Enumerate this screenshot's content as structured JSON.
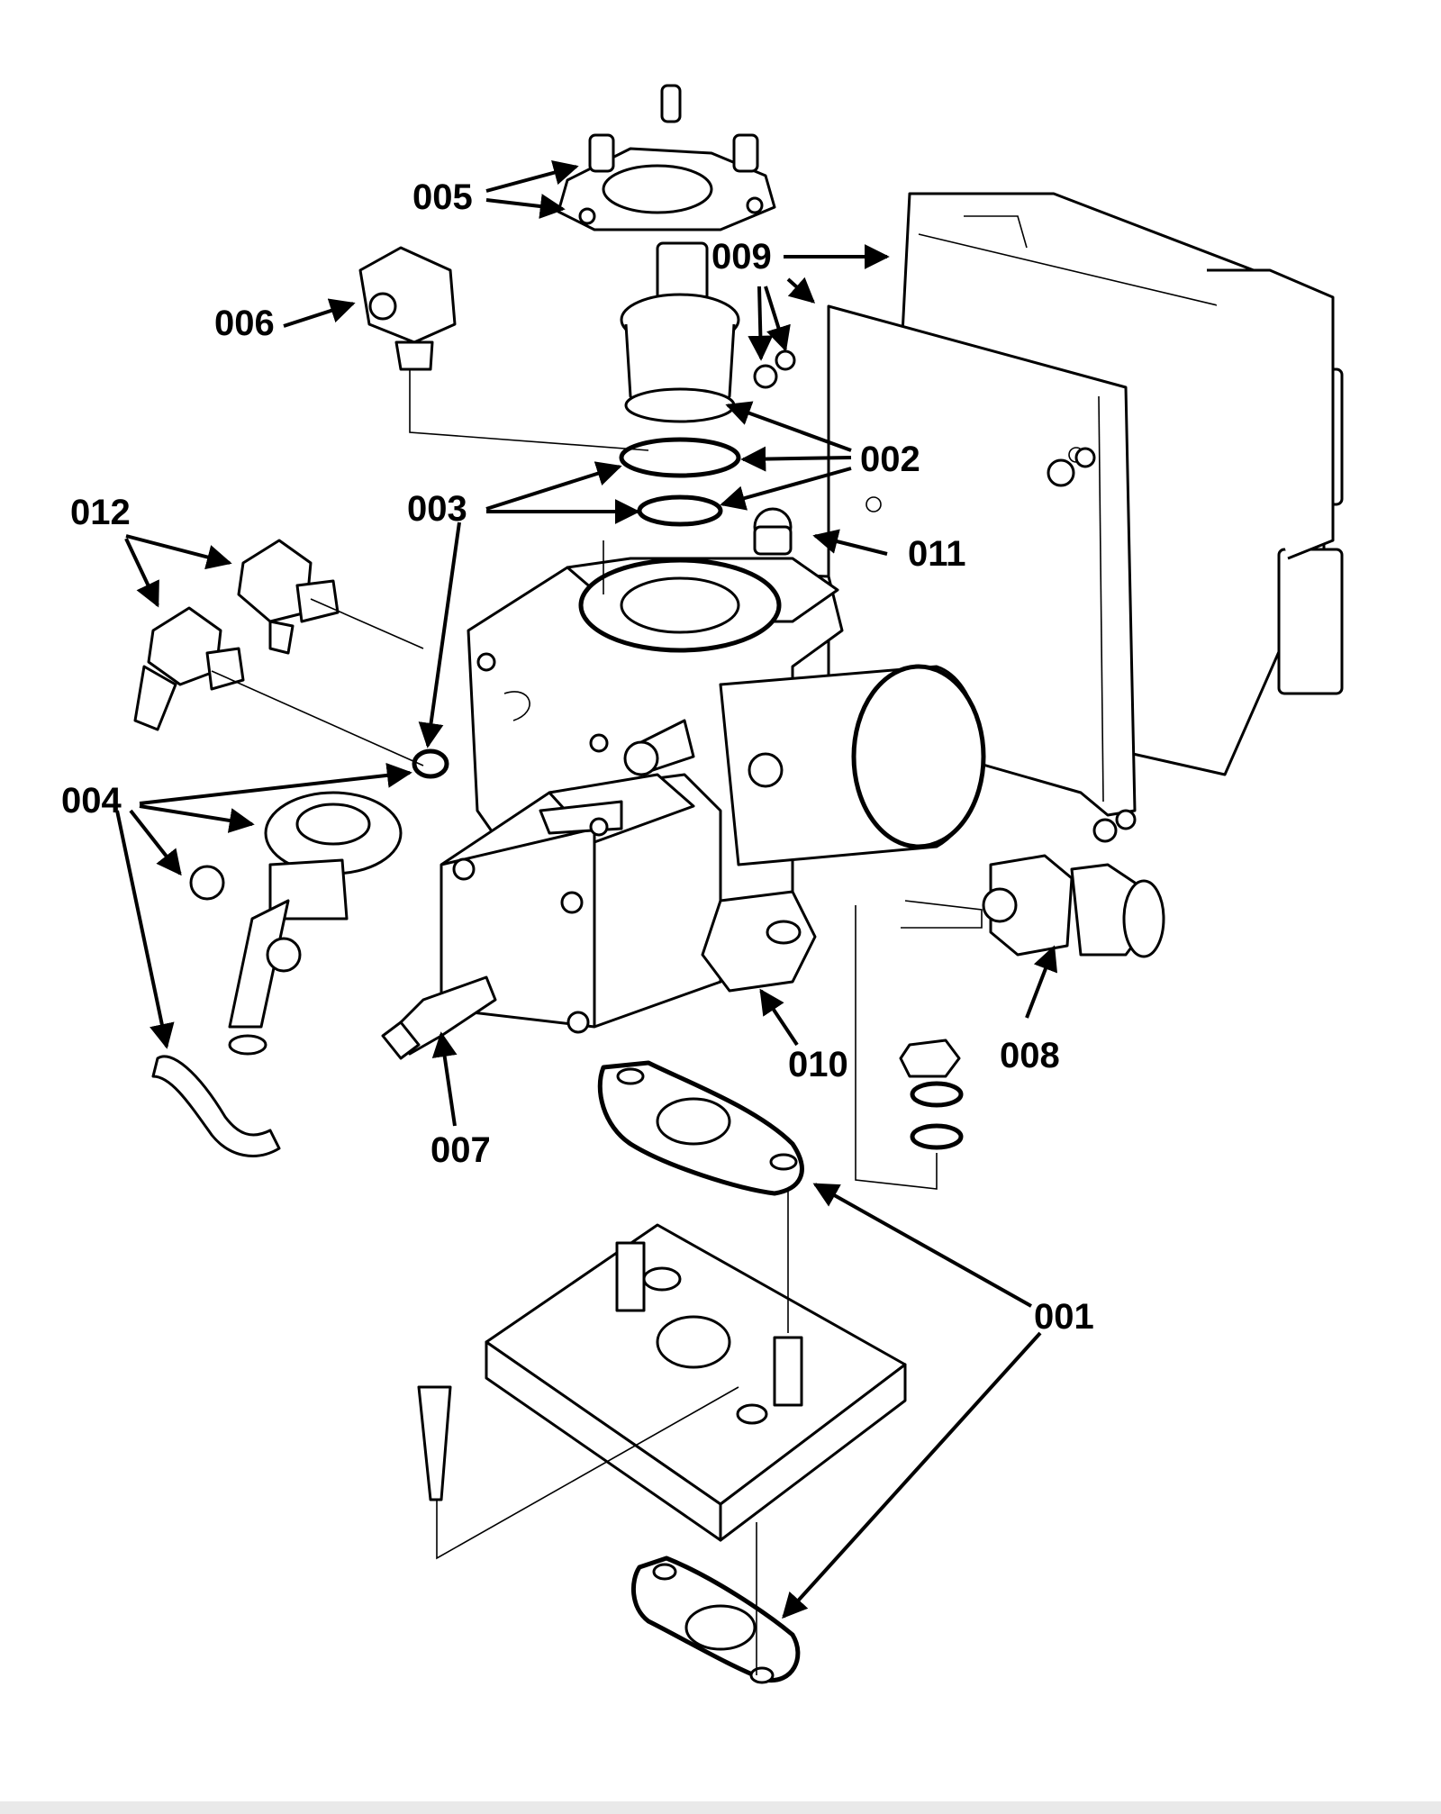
{
  "callouts": {
    "c001": "001",
    "c002": "002",
    "c003": "003",
    "c004": "004",
    "c005": "005",
    "c006": "006",
    "c007": "007",
    "c008": "008",
    "c009": "009",
    "c010": "010",
    "c011": "011",
    "c012": "012"
  }
}
